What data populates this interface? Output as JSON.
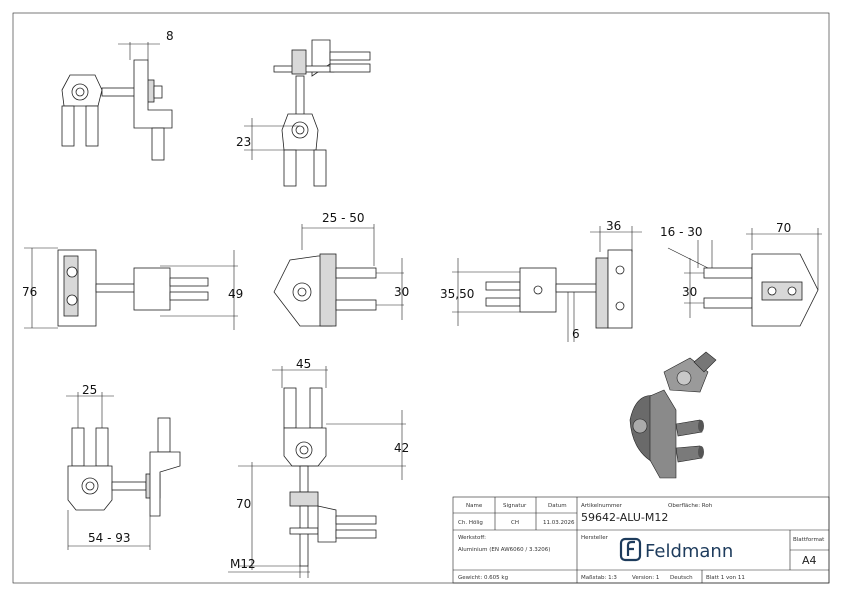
{
  "dimensions": {
    "top_left_width": "8",
    "top_mid_height": "23",
    "mid_a_width": "25 - 50",
    "left_height": "76",
    "left_offset": "49",
    "mid_a_spacing": "30",
    "mid_b_height": "35,50",
    "mid_b_width": "36",
    "mid_b_small": "6",
    "right_range": "16 - 30",
    "right_width": "70",
    "right_spacing": "30",
    "bottom_left_spacing": "25",
    "bottom_left_range": "54 - 93",
    "bottom_mid_width": "45",
    "bottom_mid_height": "42",
    "bottom_mid_lower": "70",
    "thread": "M12"
  },
  "title_block": {
    "name_label": "Name",
    "signature_label": "Signatur",
    "date_label": "Datum",
    "name": "Ch. Hölig",
    "signature": "CH",
    "date": "11.03.2026",
    "article_label": "Artikelnummer",
    "surface": "Oberfläche: Roh",
    "article_number": "59642-ALU-M12",
    "material_label": "Werkstoff:",
    "material": "Aluminium (EN AW6060 / 3.3206)",
    "manufacturer_label": "Hersteller",
    "logo_text": "Feldmann",
    "format_label": "Blattformat",
    "format": "A4",
    "weight": "Gewicht: 0.605 kg",
    "scale": "Maßstab: 1:3",
    "version": "Version: 1",
    "language": "Deutsch",
    "sheet": "Blatt 1 von 11"
  },
  "colors": {
    "logo": "#1d3b5c",
    "line": "#222222"
  }
}
